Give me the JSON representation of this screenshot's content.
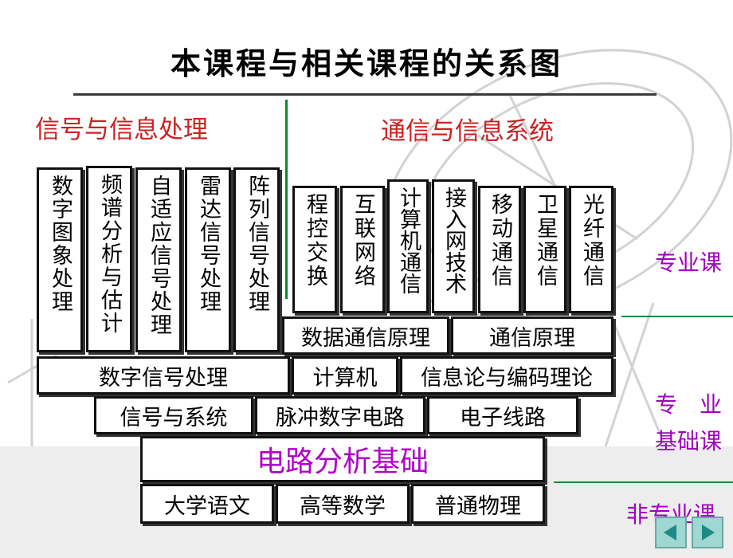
{
  "title": "本课程与相关课程的关系图",
  "headings": {
    "left": "信号与信息处理",
    "right": "通信与信息系统"
  },
  "left_courses": [
    {
      "label": "数字图象处理"
    },
    {
      "label": "频谱分析与估计"
    },
    {
      "label": "自适应信号处理"
    },
    {
      "label": "雷达信号处理"
    },
    {
      "label": "阵列信号处理"
    }
  ],
  "right_courses": [
    {
      "label": "程控交换"
    },
    {
      "label": "互联网络"
    },
    {
      "label": "计算机通信"
    },
    {
      "label": "接入网技术"
    },
    {
      "label": "移动通信"
    },
    {
      "label": "卫星通信"
    },
    {
      "label": "光纤通信"
    }
  ],
  "rows": {
    "row1": [
      "数据通信原理",
      "通信原理"
    ],
    "row2": [
      "数字信号处理",
      "计算机",
      "信息论与编码理论"
    ],
    "row3": [
      "信号与系统",
      "脉冲数字电路",
      "电子线路"
    ],
    "core": "电路分析基础",
    "base": [
      "大学语文",
      "高等数学",
      "普通物理"
    ]
  },
  "side_labels": {
    "professional": "专业课",
    "basic_top": "专　业",
    "basic_bottom": "基础课",
    "non_professional": "非专业课"
  },
  "colors": {
    "heading": "#cc2222",
    "core_text": "#b000c8",
    "side_label": "#a000c0",
    "divider": "#0a8a2a"
  },
  "nav": {
    "prev_icon": "triangle-left-icon",
    "next_icon": "triangle-right-icon"
  }
}
